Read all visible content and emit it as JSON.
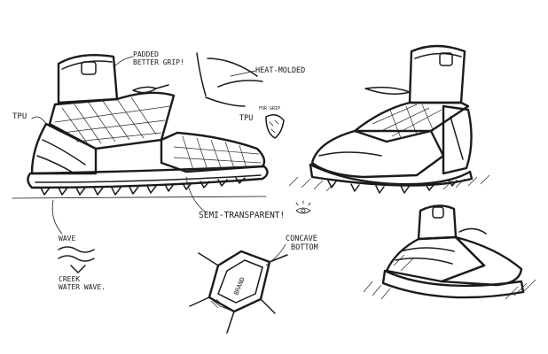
{
  "annotations": {
    "padded_grip": "PADDED\nBETTER GRIP!",
    "heat_molded": "HEAT-MOLDED",
    "tpu_left": "TPU",
    "tpu_right": "TPU",
    "for_grip": "FOR GRIP",
    "semi_transparent": "SEMI-TRANSPARENT!",
    "wave": "WAVE",
    "creek_water_wave": "CREEK\nWATER WAVE.",
    "concave_bottom": "CONCAVE\nBOTTOM",
    "brand": "BRAND"
  },
  "colors": {
    "ink": "#1b1b1b",
    "paper": "#ffffff"
  }
}
